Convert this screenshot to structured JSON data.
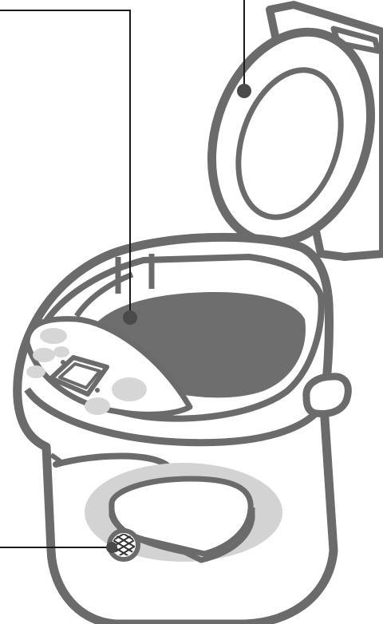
{
  "illustration": {
    "subject": "electric-thermo-pot",
    "state": "lid-open",
    "parts": [
      "lid",
      "lid-hinge",
      "inner-container",
      "control-panel",
      "lcd-display",
      "control-buttons",
      "carry-handle",
      "power-base",
      "filter-mesh",
      "pointer-lines"
    ]
  },
  "colors": {
    "background": "#ffffff",
    "outline": "#6b6b6b",
    "inner_container": "#6e6e6e",
    "button_fill": "#d6d6d6",
    "base_fill": "#d3d3d3",
    "leader_line": "#1a1a1a",
    "pointer_dot": "#4a4a4a",
    "filter": "#333333"
  }
}
